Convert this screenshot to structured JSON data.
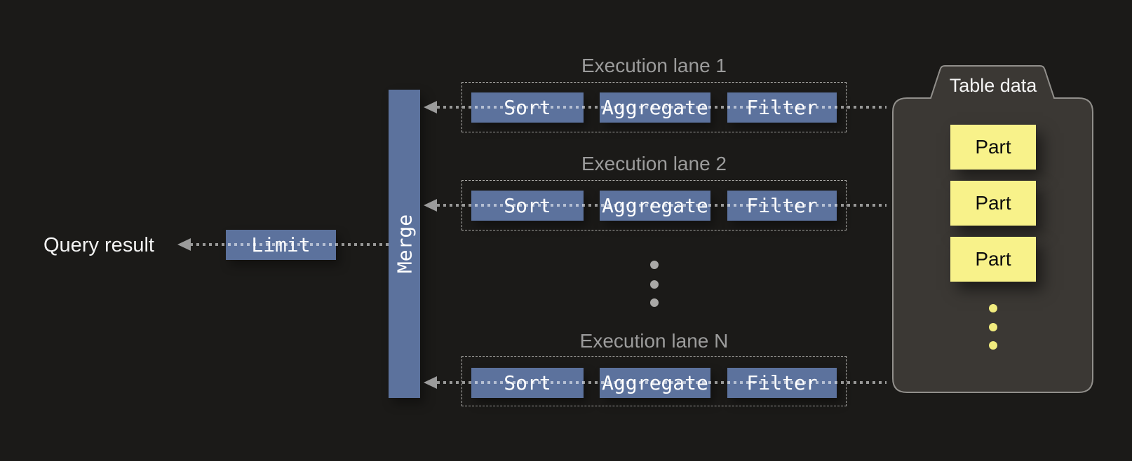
{
  "diagram": {
    "query_result_label": "Query result",
    "limit_label": "Limit",
    "merge_label": "Merge",
    "lanes": [
      {
        "title": "Execution lane 1",
        "operators": [
          "Sort",
          "Aggregate",
          "Filter"
        ]
      },
      {
        "title": "Execution lane 2",
        "operators": [
          "Sort",
          "Aggregate",
          "Filter"
        ]
      },
      {
        "title": "Execution lane N",
        "operators": [
          "Sort",
          "Aggregate",
          "Filter"
        ]
      }
    ],
    "more_lanes_indicator": "vertical-ellipsis-dots",
    "table_data": {
      "title": "Table data",
      "parts": [
        "Part",
        "Part",
        "Part"
      ],
      "more_parts_indicator": "vertical-ellipsis-dots"
    },
    "colors": {
      "background": "#1b1a18",
      "operator_blue": "#5c729d",
      "part_yellow": "#f8f28a",
      "flow_dots": "rgba(255,255,255,0.55)",
      "arrow_gray": "#9b9b9b",
      "lane_title_gray": "#9c9c9c",
      "container_fill": "#3b3834",
      "container_border": "#918f8b",
      "ellipsis_gray": "#a9a8a6",
      "ellipsis_yellow": "#f1eb7e",
      "label_white": "#f3f3f3"
    }
  }
}
